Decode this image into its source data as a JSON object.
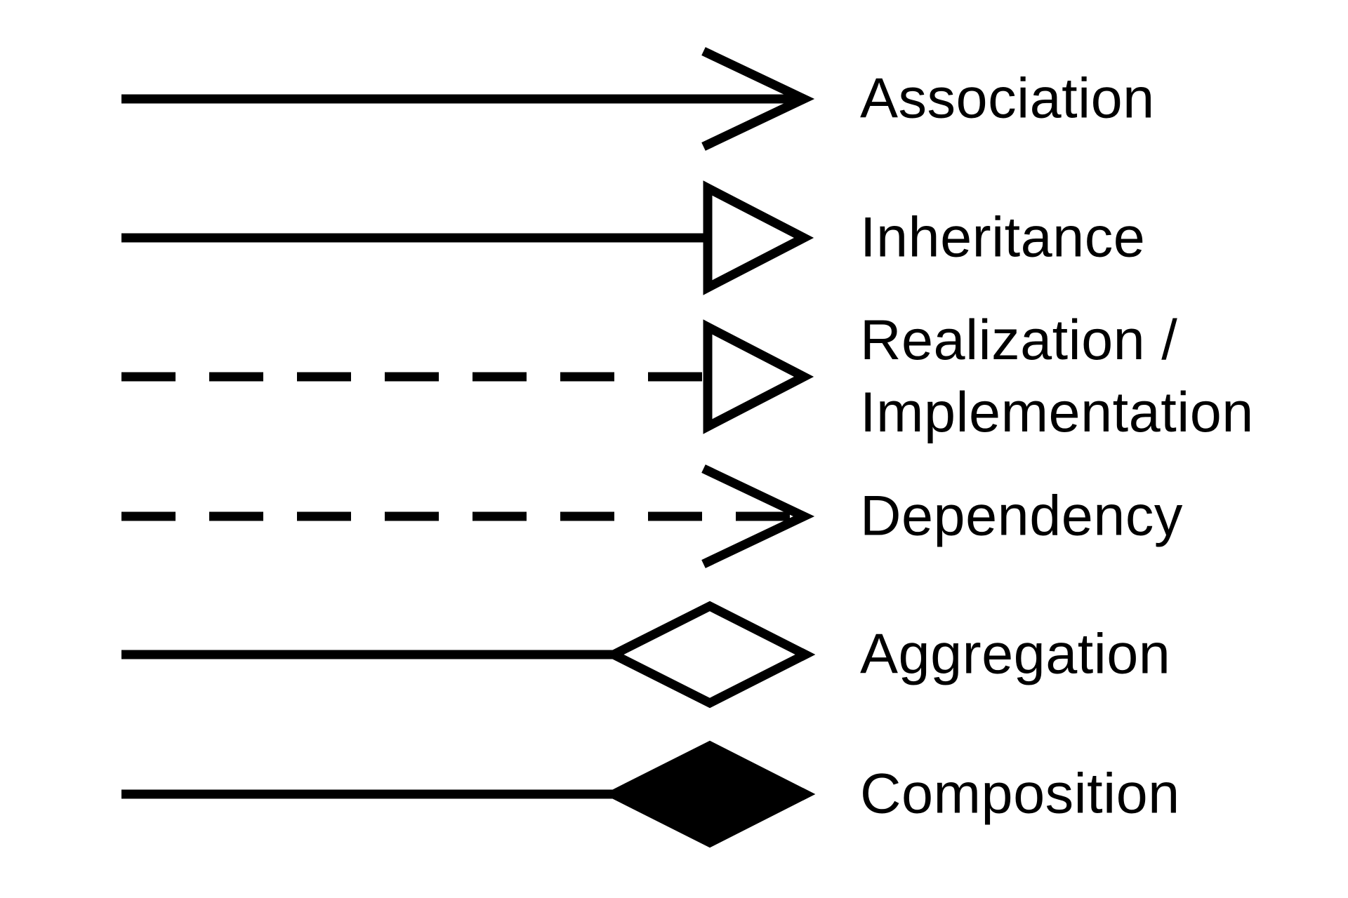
{
  "colors": {
    "ink": "#000000",
    "paper": "#ffffff"
  },
  "legend": {
    "rows": [
      {
        "label": "Association",
        "line": "solid",
        "head": "open-arrow"
      },
      {
        "label": "Inheritance",
        "line": "solid",
        "head": "hollow-triangle"
      },
      {
        "label": "Realization /\nImplementation",
        "line": "dashed",
        "head": "hollow-triangle"
      },
      {
        "label": "Dependency",
        "line": "dashed",
        "head": "open-arrow"
      },
      {
        "label": "Aggregation",
        "line": "solid",
        "head": "hollow-diamond"
      },
      {
        "label": "Composition",
        "line": "solid",
        "head": "filled-diamond"
      }
    ]
  }
}
